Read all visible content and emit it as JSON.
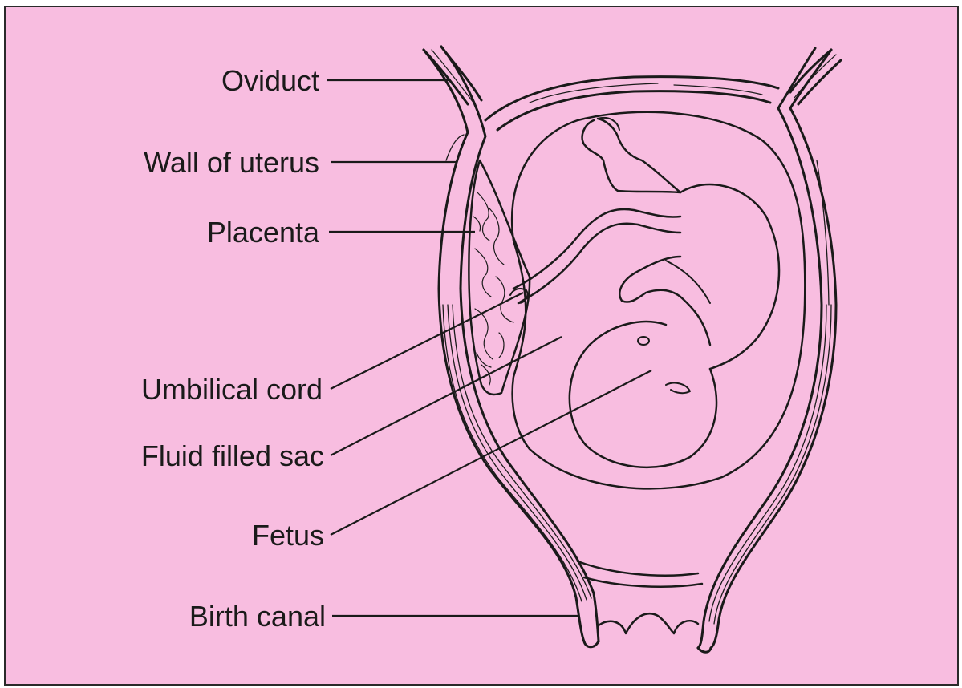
{
  "colors": {
    "background": "#f8bde0",
    "ink": "#1a1a1a"
  },
  "labels": {
    "oviduct": "Oviduct",
    "wall_of_uterus": "Wall of uterus",
    "placenta": "Placenta",
    "umbilical_cord": "Umbilical cord",
    "fluid_filled_sac": "Fluid filled sac",
    "fetus": "Fetus",
    "birth_canal": "Birth canal"
  }
}
